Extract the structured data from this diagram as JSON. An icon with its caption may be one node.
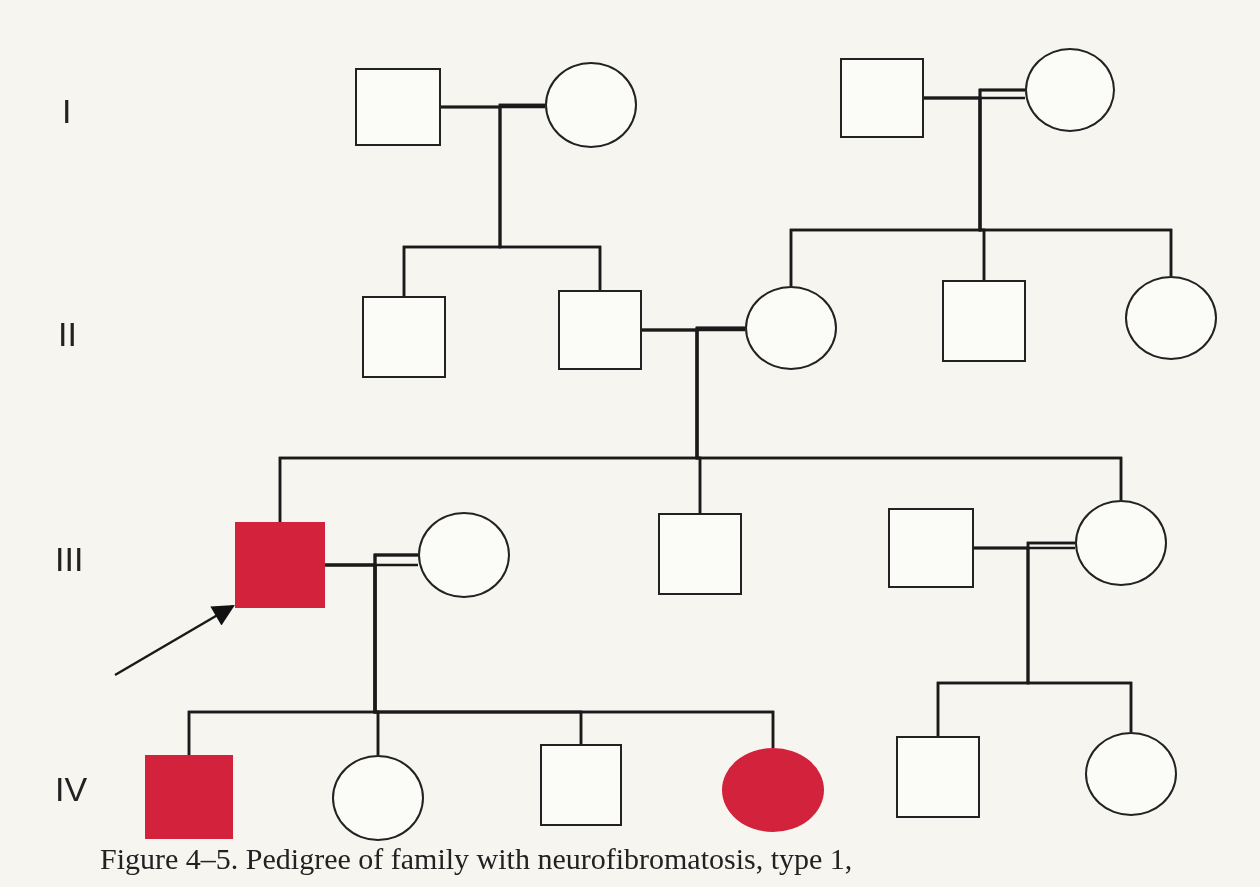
{
  "diagram": {
    "caption": "Figure 4–5. Pedigree of family with neurofibromatosis, type 1,",
    "nodes": [
      {
        "text": [],
        "shape": "box"
      },
      {
        "text": [],
        "shape": "circle"
      },
      {
        "text": [],
        "shape": "box"
      },
      {
        "text": [],
        "shape": "circle"
      },
      {
        "text": [],
        "shape": "box"
      },
      {
        "text": [],
        "shape": "box"
      },
      {
        "text": [],
        "shape": "circle"
      },
      {
        "text": [],
        "shape": "box"
      },
      {
        "text": [],
        "shape": "circle"
      },
      {
        "text": [],
        "shape": "box"
      },
      {
        "text": [],
        "shape": "circle"
      },
      {
        "text": [],
        "shape": "box"
      },
      {
        "text": [],
        "shape": "box"
      },
      {
        "text": [],
        "shape": "circle"
      },
      {
        "text": [],
        "shape": "box"
      },
      {
        "text": [],
        "shape": "circle"
      },
      {
        "text": [],
        "shape": "box"
      },
      {
        "text": [],
        "shape": "circle"
      },
      {
        "text": [],
        "shape": "box"
      },
      {
        "text": [],
        "shape": "circle"
      }
    ],
    "edges": [
      {
        "from": 0,
        "to": 1,
        "arrow": "none"
      },
      {
        "from": 2,
        "to": 3,
        "arrow": "none"
      },
      {
        "from": 0,
        "to": 4,
        "arrow": "none"
      },
      {
        "from": 1,
        "to": 4,
        "arrow": "none"
      },
      {
        "from": 0,
        "to": 5,
        "arrow": "none"
      },
      {
        "from": 1,
        "to": 5,
        "arrow": "none"
      },
      {
        "from": 2,
        "to": 6,
        "arrow": "none"
      },
      {
        "from": 3,
        "to": 6,
        "arrow": "none"
      },
      {
        "from": 2,
        "to": 7,
        "arrow": "none"
      },
      {
        "from": 3,
        "to": 7,
        "arrow": "none"
      },
      {
        "from": 2,
        "to": 8,
        "arrow": "none"
      },
      {
        "from": 3,
        "to": 8,
        "arrow": "none"
      },
      {
        "from": 5,
        "to": 6,
        "arrow": "none"
      },
      {
        "from": 5,
        "to": 9,
        "arrow": "none"
      },
      {
        "from": 6,
        "to": 9,
        "arrow": "none"
      },
      {
        "from": 5,
        "to": 11,
        "arrow": "none"
      },
      {
        "from": 6,
        "to": 11,
        "arrow": "none"
      },
      {
        "from": 5,
        "to": 13,
        "arrow": "none"
      },
      {
        "from": 6,
        "to": 13,
        "arrow": "none"
      },
      {
        "from": 9,
        "to": 10,
        "arrow": "none"
      },
      {
        "from": 12,
        "to": 13,
        "arrow": "none"
      },
      {
        "from": null,
        "to": 9,
        "arrow": "to"
      },
      {
        "from": 9,
        "to": 14,
        "arrow": "none"
      },
      {
        "from": 10,
        "to": 14,
        "arrow": "none"
      },
      {
        "from": 9,
        "to": 15,
        "arrow": "none"
      },
      {
        "from": 10,
        "to": 15,
        "arrow": "none"
      },
      {
        "from": 9,
        "to": 16,
        "arrow": "none"
      },
      {
        "from": 10,
        "to": 16,
        "arrow": "none"
      },
      {
        "from": 9,
        "to": 17,
        "arrow": "none"
      },
      {
        "from": 10,
        "to": 17,
        "arrow": "none"
      },
      {
        "from": 12,
        "to": 18,
        "arrow": "none"
      },
      {
        "from": 13,
        "to": 18,
        "arrow": "none"
      },
      {
        "from": 12,
        "to": 19,
        "arrow": "none"
      },
      {
        "from": 13,
        "to": 19,
        "arrow": "none"
      }
    ],
    "labels": [
      "I",
      "II",
      "III",
      "IV"
    ]
  }
}
